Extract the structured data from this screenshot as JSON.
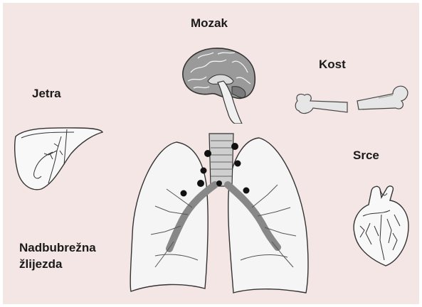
{
  "labels": {
    "brain": "Mozak",
    "bone": "Kost",
    "liver": "Jetra",
    "heart": "Srce",
    "adrenal_line1": "Nadbubrežna",
    "adrenal_line2": "žlijezda"
  },
  "colors": {
    "background": "#f4e6e4",
    "organ_fill": "#f5f5f5",
    "outline": "#333333",
    "shade": "#8c8c8c"
  }
}
